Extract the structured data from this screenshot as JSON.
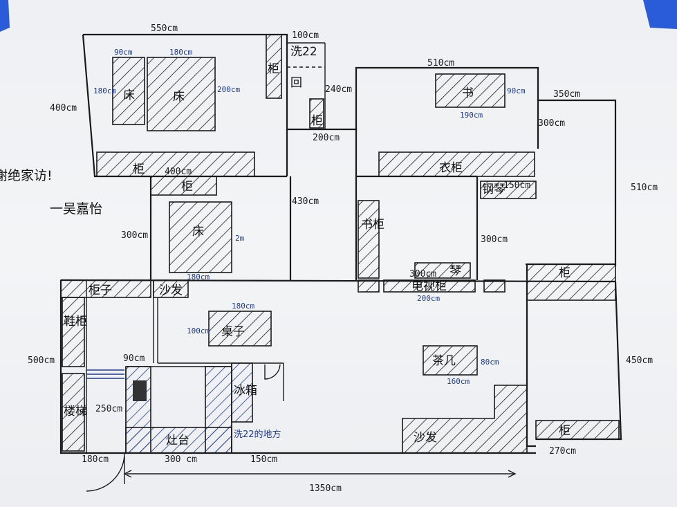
{
  "colors": {
    "ink": "#1a1a1a",
    "blue_ink": "#1f3b8f",
    "paper": "#f2f3f5",
    "binder_clip": "#2a5bd8"
  },
  "icons": {
    "binder_clip": "binder-clip-icon",
    "door_swing": "door-swing-icon"
  },
  "dimensions": {
    "d550": "550cm",
    "d100": "100cm",
    "d510top": "510cm",
    "d350": "350cm",
    "d400left": "400cm",
    "d240": "240cm",
    "d200": "200cm",
    "d300right": "300cm",
    "d510right": "510cm",
    "d400mid": "400cm",
    "d430": "430cm",
    "d300left": "300cm",
    "d300mid": "300cm",
    "d500": "500cm",
    "d90": "90cm",
    "d250": "250cm",
    "d450": "450cm",
    "d180b": "180cm",
    "d300b": "300 cm",
    "d150b": "150cm",
    "d270": "270cm",
    "d1350": "1350cm"
  },
  "small_dimensions": {
    "bed1_w": "90cm",
    "bed1_h": "180cm",
    "bed2_w": "180cm",
    "bed2_h": "200cm",
    "desk_w": "90cm",
    "desk_h": "190cm",
    "bed3_w": "180cm",
    "bed3_h": "2m",
    "table_w": "180cm",
    "table_h": "100cm",
    "tv_w": "200cm",
    "coffee_w": "160cm",
    "coffee_h": "80cm",
    "piano_w": "300cm",
    "sofa_w": "150cm"
  },
  "labels": {
    "bed_small": "床",
    "bed_big": "床",
    "cabinet_top": "柜",
    "cabinet_master": "柜",
    "wash22": "洗22",
    "toilet": "回",
    "cabinet_narrow": "柜",
    "desk": "书",
    "wardrobe": "衣柜",
    "cabinet_bed3": "柜",
    "bed3": "床",
    "bookshelf": "书柜",
    "piano_text": "琴",
    "tv_cabinet": "电视柜",
    "piano_label": "钢琴",
    "cabinet_right": "柜",
    "cabinet_left": "柜子",
    "sofa_small": "沙发",
    "table": "桌子",
    "shoe_cabinet": "鞋柜",
    "stairs": "楼梯",
    "stove": "灶台",
    "fridge": "冰箱",
    "coffee_table": "茶几",
    "sofa": "沙发",
    "cabinet_bottom": "柜",
    "wash22_place": "洗22的地方"
  },
  "notes": {
    "refuse": "谢绝家访!",
    "signature": "一吴嘉怡"
  }
}
